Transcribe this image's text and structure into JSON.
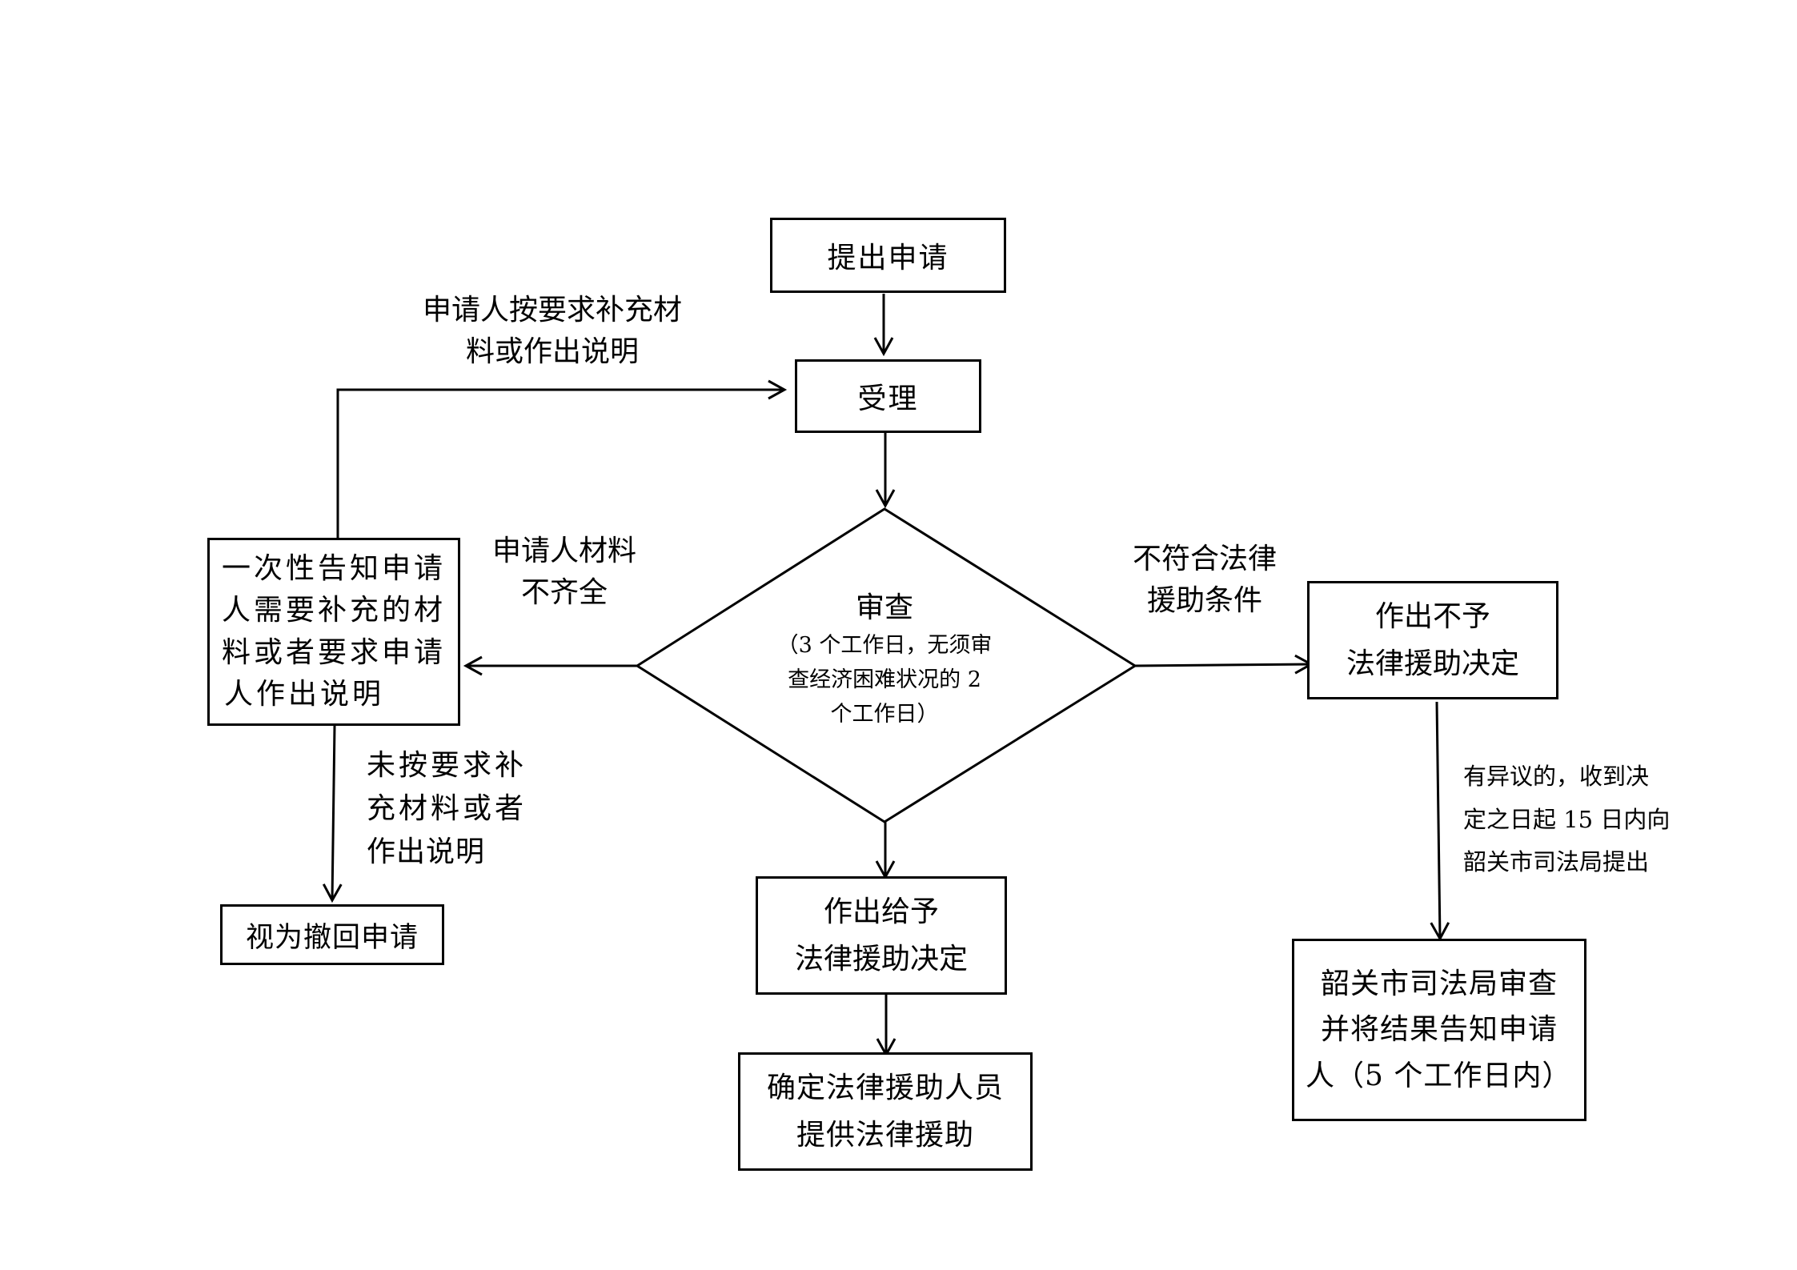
{
  "nodes": {
    "apply": "提出申请",
    "accept": "受理",
    "review_title": "审查",
    "review_note": [
      "（3 个工作日，无须审",
      "查经济困难状况的 2",
      "个工作日）"
    ],
    "notify": [
      "一次性告知申请",
      "人需要补充的材",
      "料或者要求申请",
      "人作出说明"
    ],
    "withdraw": "视为撤回申请",
    "grant": [
      "作出给予",
      "法律援助决定"
    ],
    "assign": [
      "确定法律援助人员",
      "提供法律援助"
    ],
    "deny": [
      "作出不予",
      "法律援助决定"
    ],
    "bureau_review": [
      "韶关市司法局审查",
      "并将结果告知申请",
      "人（5 个工作日内）"
    ]
  },
  "labels": {
    "resubmit": [
      "申请人按要求补充材",
      "料或作出说明"
    ],
    "incomplete": [
      "申请人材料",
      "不齐全"
    ],
    "not_resubmitted": [
      "未按要求补",
      "充材料或者",
      "作出说明"
    ],
    "not_qualified": [
      "不符合法律",
      "援助条件"
    ],
    "objection": [
      "有异议的，收到决",
      "定之日起 15 日内向",
      "韶关市司法局提出"
    ]
  }
}
